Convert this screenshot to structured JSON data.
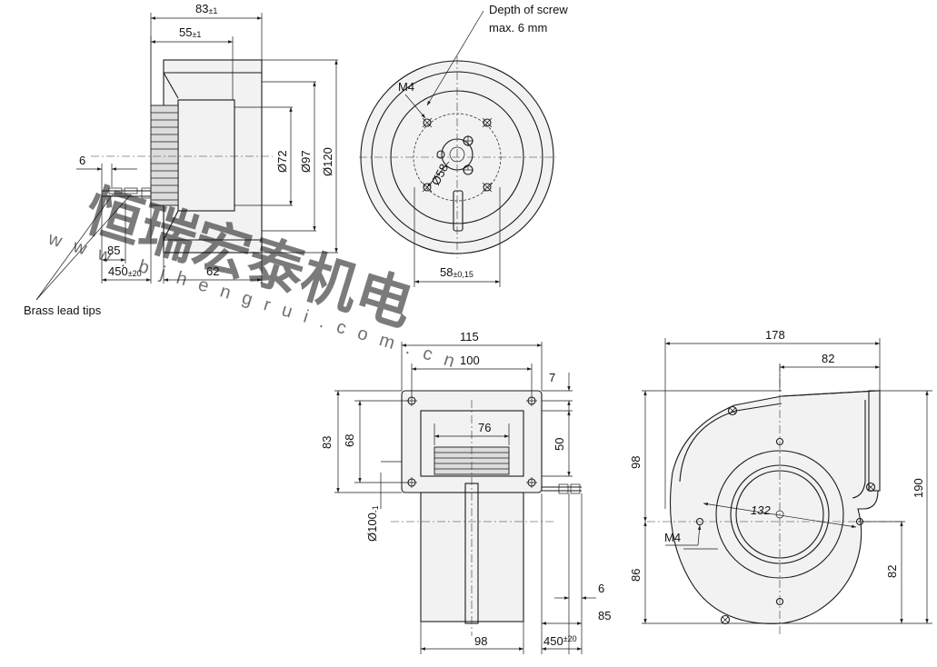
{
  "notes": {
    "screw_depth_line1": "Depth of screw",
    "screw_depth_line2": "max. 6 mm",
    "brass_lead": "Brass lead tips"
  },
  "view_side": {
    "d83": "83",
    "d83_tol": "±1",
    "d55": "55",
    "d55_tol": "±1",
    "d6": "6",
    "d85": "85",
    "d450": "450",
    "d450_tol": "±20",
    "d62": "62",
    "dia72": "Ø72",
    "dia97": "Ø97",
    "dia120": "Ø120"
  },
  "view_front": {
    "m4": "M4",
    "dia58": "Ø58",
    "d58": "58",
    "d58_tol": "±0,15"
  },
  "view_outlet": {
    "d115": "115",
    "d100": "100",
    "d7": "7",
    "d83": "83",
    "d68": "68",
    "d76": "76",
    "d50": "50",
    "dia100": "Ø100",
    "dia100_tol": "-1",
    "d6": "6",
    "d85": "85",
    "d98": "98",
    "d450": "450",
    "d450_tol": "±20"
  },
  "view_housing": {
    "d178": "178",
    "d82_top": "82",
    "d98": "98",
    "d190": "190",
    "d132": "132",
    "m4": "M4",
    "d86": "86",
    "d82_side": "82"
  },
  "watermark": {
    "chars": "恒瑞宏泰机电",
    "url": "www.bjhengrui.com.cn"
  }
}
